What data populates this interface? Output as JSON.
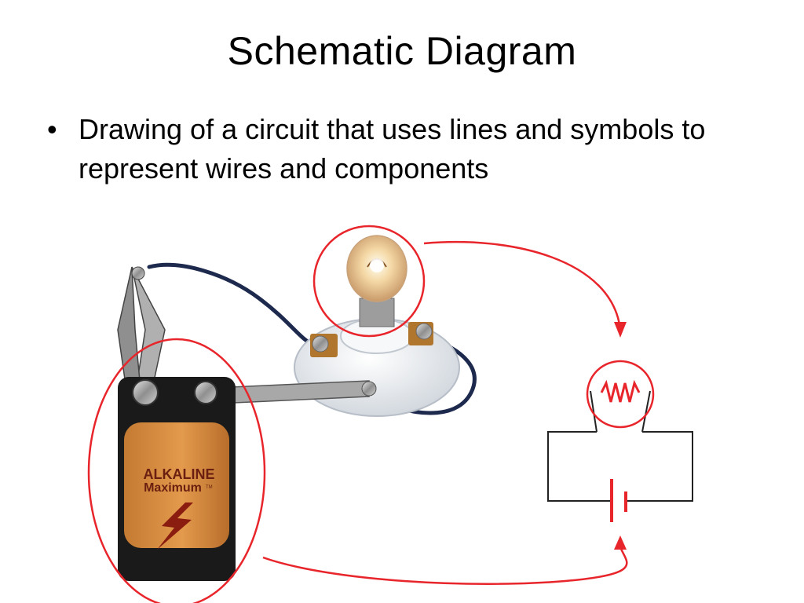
{
  "slide": {
    "title": "Schematic Diagram",
    "bullets": [
      {
        "symbol": "•",
        "text": "Drawing of a circuit that uses lines and symbols to represent wires and components"
      }
    ]
  },
  "figure": {
    "battery": {
      "label_line1": "ALKALINE",
      "label_line2": "Maximum",
      "trademark": "TM"
    },
    "icons": [
      "bulb-icon",
      "battery-icon",
      "resistor-symbol-icon",
      "battery-cell-symbol-icon",
      "lightning-bolt-icon"
    ],
    "colors": {
      "annotation_red": "#e8252b",
      "battery_orange": "#d98b3d",
      "battery_black": "#1a1a1a",
      "wire_blue": "#1d2a4e",
      "socket_white": "#eef1f4",
      "schematic_line": "#222222"
    }
  }
}
